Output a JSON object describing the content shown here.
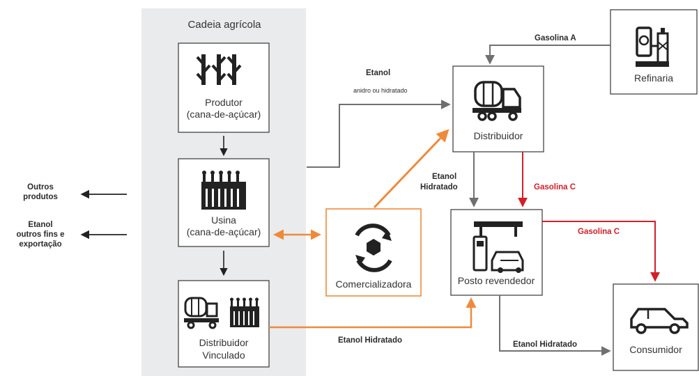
{
  "panel": {
    "title": "Cadeia agrícola"
  },
  "nodes": {
    "produtor": {
      "line1": "Produtor",
      "line2": "(cana-de-açúcar)",
      "icon": "sugarcane-icon"
    },
    "usina": {
      "line1": "Usina",
      "line2": "(cana-de-açúcar)",
      "icon": "factory-icon"
    },
    "distribuidor_vinculado": {
      "line1": "Distribuidor",
      "line2": "Vinculado",
      "icon": "tanker-and-factory-icon"
    },
    "comercializadora": {
      "line1": "Comercializadora",
      "icon": "exchange-cycle-icon"
    },
    "distribuidor": {
      "line1": "Distribuidor",
      "icon": "tanker-truck-icon"
    },
    "refinaria": {
      "line1": "Refinaria",
      "icon": "refinery-icon"
    },
    "posto": {
      "line1": "Posto revendedor",
      "icon": "gas-station-icon"
    },
    "consumidor": {
      "line1": "Consumidor",
      "icon": "car-icon"
    }
  },
  "edges": {
    "etanol_title": "Etanol",
    "etanol_sub": "anidro ou hidratado",
    "gasolina_a": "Gasolina A",
    "etanol_hidratado_vertical_1": "Etanol",
    "etanol_hidratado_vertical_2": "Hidratado",
    "gasolina_c_1": "Gasolina C",
    "gasolina_c_2": "Gasolina C",
    "etanol_hidratado_bottom": "Etanol Hidratado",
    "etanol_hidratado_consumidor": "Etanol Hidratado"
  },
  "side": {
    "outros_1": "Outros",
    "outros_2": "produtos",
    "etanol_1": "Etanol",
    "etanol_2": "outros fins e",
    "etanol_3": "exportação"
  },
  "colors": {
    "gray": "#707070",
    "orange": "#ee8a3c",
    "red": "#d0202a",
    "panel": "#e9ebec",
    "border": "#444444"
  }
}
